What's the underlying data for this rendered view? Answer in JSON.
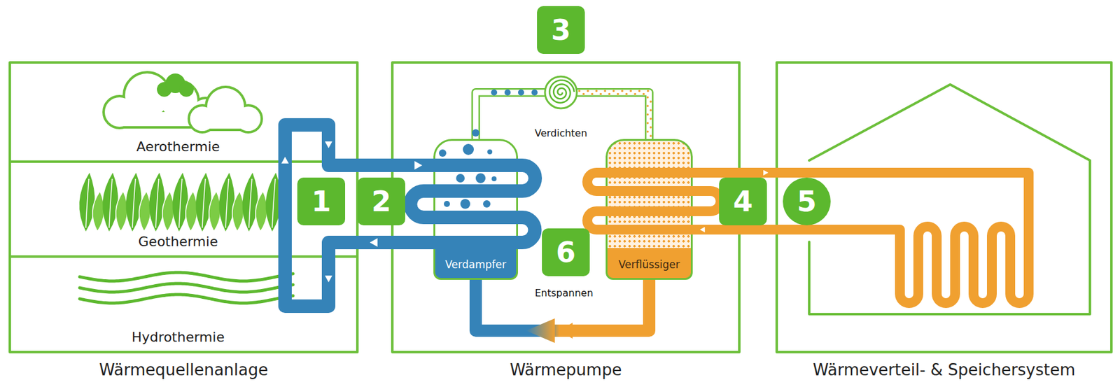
{
  "diagram": {
    "nodes": [
      {
        "text": [
          "Wärmequellenanlage"
        ]
      },
      {
        "text": [
          "Aerothermie"
        ],
        "in": 0
      },
      {
        "text": [
          "Geothermie"
        ],
        "in": 0
      },
      {
        "text": [
          "Hydrothermie"
        ],
        "in": 0
      },
      {
        "text": [
          "Wärmepumpe"
        ]
      },
      {
        "text": [
          "Verdampfer"
        ],
        "in": 4
      },
      {
        "text": [
          "Verflüssiger"
        ],
        "in": 4
      },
      {
        "text": [
          "Wärmeverteil- & Speichersystem"
        ]
      }
    ],
    "edges": [
      {
        "from": 0,
        "to": 5,
        "arrow": "to"
      },
      {
        "from": 5,
        "to": 0,
        "arrow": "to"
      },
      {
        "from": 5,
        "to": 6,
        "arrow": "none"
      },
      {
        "from": 6,
        "to": 5,
        "arrow": "none"
      },
      {
        "from": 6,
        "to": 7,
        "arrow": "to"
      },
      {
        "from": 7,
        "to": 6,
        "arrow": "to"
      }
    ],
    "labels": [
      "3",
      "Verdichten",
      "1",
      "2",
      "4",
      "5",
      "6",
      "Entspannen"
    ]
  }
}
